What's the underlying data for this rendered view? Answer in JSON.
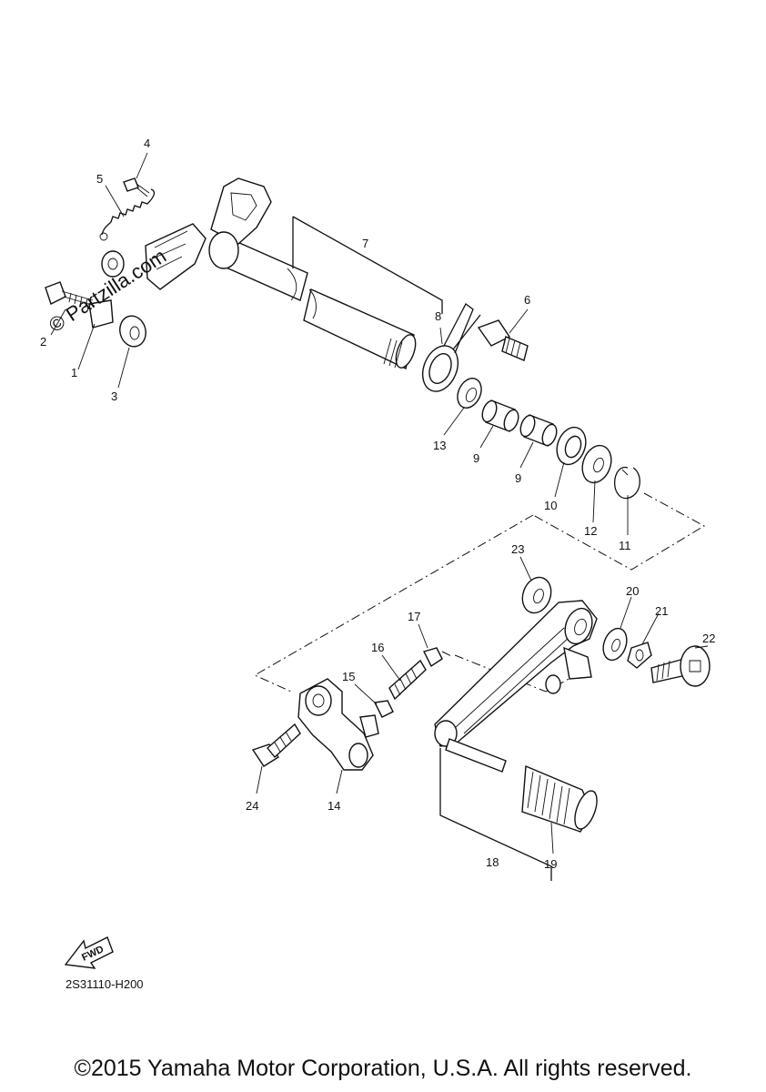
{
  "watermark": "© Partzilla.com",
  "fwd_label": "FWD",
  "diagram_code": "2S31110-H200",
  "copyright": "©2015 Yamaha Motor Corporation, U.S.A. All rights reserved.",
  "callouts": {
    "c1": "1",
    "c2": "2",
    "c3": "3",
    "c4": "4",
    "c5": "5",
    "c6": "6",
    "c7": "7",
    "c8": "8",
    "c9a": "9",
    "c9b": "9",
    "c10": "10",
    "c11": "11",
    "c12": "12",
    "c13": "13",
    "c14": "14",
    "c15": "15",
    "c16": "16",
    "c17": "17",
    "c18": "18",
    "c19": "19",
    "c20": "20",
    "c21": "21",
    "c22": "22",
    "c23": "23",
    "c24": "24"
  }
}
